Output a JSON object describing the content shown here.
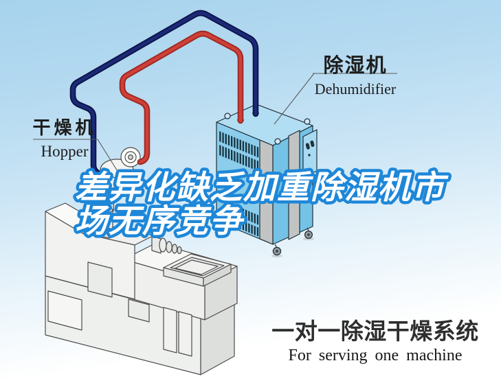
{
  "labels": {
    "dehumidifier": {
      "zh": "除湿机",
      "en": "Dehumidifier"
    },
    "hopper": {
      "zh": "干燥机",
      "en": "Hopper"
    }
  },
  "headline": {
    "line1": "差异化缺乏加重除湿机市",
    "line2": "场无序竞争",
    "stroke_color": "#1e87d8",
    "fill_color": "#ffffff"
  },
  "caption": {
    "zh": "一对一除湿干燥系统",
    "en": "For serving one machine"
  },
  "colors": {
    "background_top": "#a7d3ed",
    "background_bottom": "#ffffff",
    "cabinet_left_face": "#8bcdeb",
    "cabinet_right_face": "#74c2e6",
    "cabinet_top_face": "#b2def3",
    "hose_supply_red": "#cf4038",
    "hose_return_navy": "#1b2a78",
    "machine_line": "#4b4b4b"
  }
}
